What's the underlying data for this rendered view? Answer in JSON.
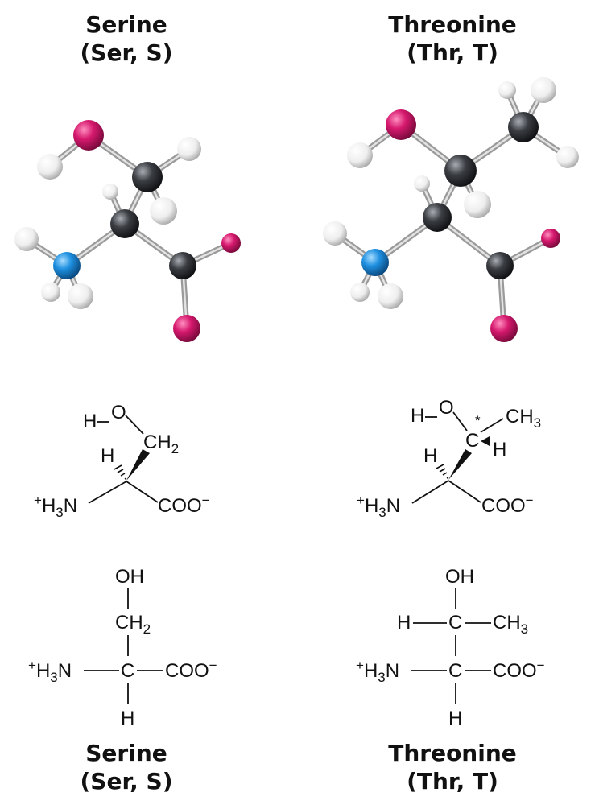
{
  "serine": {
    "name": "Serine",
    "abbr": "(Ser, S)",
    "wedge": {
      "H": "H",
      "O": "O",
      "CH": "CH",
      "CH_sub": "2",
      "Hwedge": "H",
      "amine_sup": "+",
      "amine_H": "H",
      "amine_sub": "3",
      "amine_N": "N",
      "carboxyl": "COO",
      "carboxyl_sup": "−"
    },
    "fischer": {
      "OH": "OH",
      "CH": "CH",
      "CH_sub": "2",
      "amine_sup": "+",
      "amine_H": "H",
      "amine_sub": "3",
      "amine_N": "N",
      "C": "C",
      "carboxyl": "COO",
      "carboxyl_sup": "−",
      "H": "H"
    }
  },
  "threonine": {
    "name": "Threonine",
    "abbr": "(Thr, T)",
    "wedge": {
      "H": "H",
      "O": "O",
      "C": "C",
      "star": "*",
      "CH": "CH",
      "CH_sub": "3",
      "H_right": "H",
      "Hwedge": "H",
      "amine_sup": "+",
      "amine_H": "H",
      "amine_sub": "3",
      "amine_N": "N",
      "carboxyl": "COO",
      "carboxyl_sup": "−"
    },
    "fischer": {
      "OH": "OH",
      "H_left": "H",
      "C_top": "C",
      "CH": "CH",
      "CH_sub": "3",
      "amine_sup": "+",
      "amine_H": "H",
      "amine_sub": "3",
      "amine_N": "N",
      "C_mid": "C",
      "carboxyl": "COO",
      "carboxyl_sup": "−",
      "H": "H"
    }
  },
  "colors": {
    "oxygen": "#d6196e",
    "nitrogen": "#1e90e0",
    "carbon": "#3a3d42",
    "hydrogen": "#f2f2f2"
  }
}
